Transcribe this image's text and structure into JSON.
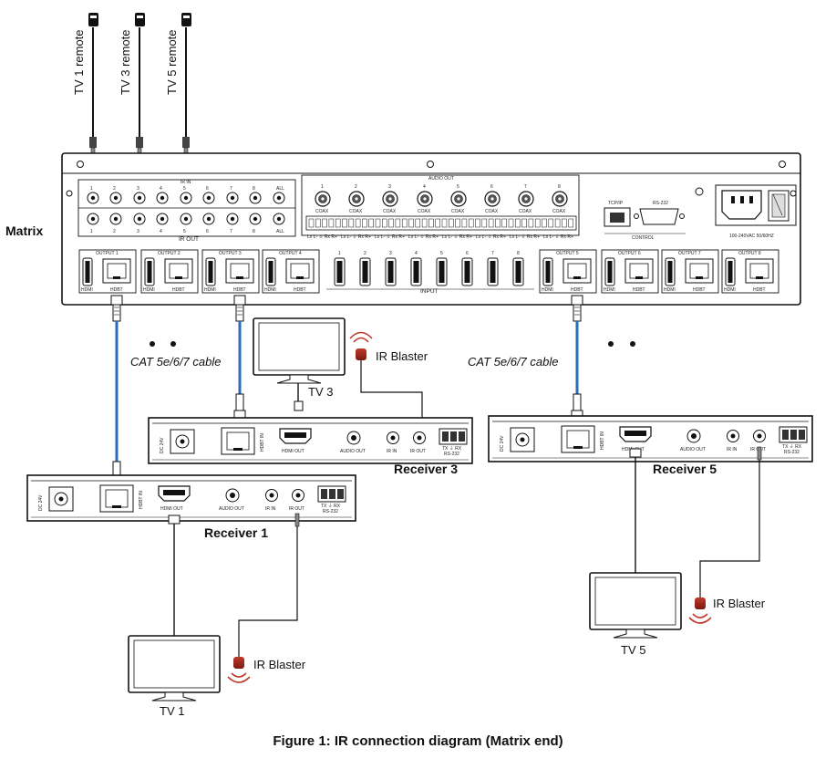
{
  "figure": {
    "caption": "Figure 1: IR connection diagram (Matrix end)",
    "matrix_label": "Matrix",
    "remotes": [
      "TV 1 remote",
      "TV 3 remote",
      "TV 5 remote"
    ],
    "cable_label": "CAT 5e/6/7 cable",
    "ir_blaster_label": "IR Blaster",
    "tvs": [
      "TV 1",
      "TV 3",
      "TV 5"
    ],
    "receivers": [
      "Receiver 1",
      "Receiver 3",
      "Receiver 5"
    ]
  },
  "matrix_panel": {
    "ir_in_label": "IR IN",
    "ir_out_label": "IR OUT",
    "audio_out_label": "AUDIO OUT",
    "ports": [
      "1",
      "2",
      "3",
      "4",
      "5",
      "6",
      "7",
      "8"
    ],
    "all_label": "ALL",
    "coax_label": "COAX",
    "tcpip_label": "TCP/IP",
    "rs232_label": "RS-232",
    "control_label": "CONTROL",
    "power_label": "100-240VAC 50/60HZ",
    "outputs": [
      "OUTPUT 1",
      "OUTPUT 2",
      "OUTPUT 3",
      "OUTPUT 4",
      "OUTPUT 5",
      "OUTPUT 6",
      "OUTPUT 7",
      "OUTPUT 8"
    ],
    "hdmi_label": "HDMI",
    "hdbt_label": "HDBT",
    "input_label": "INPUT",
    "terminal_labels": "Lx L- ⏚ Rx R+"
  },
  "receiver_panel": {
    "dc_label": "DC 24V",
    "hdbt_in_label": "HDBT IN",
    "hdmi_out_label": "HDMI OUT",
    "audio_out_label": "AUDIO OUT",
    "ir_in_label": "IR IN",
    "ir_out_label": "IR OUT",
    "rs232_pins_label": "TX ⏚ RX",
    "rs232_label": "RS-232"
  }
}
